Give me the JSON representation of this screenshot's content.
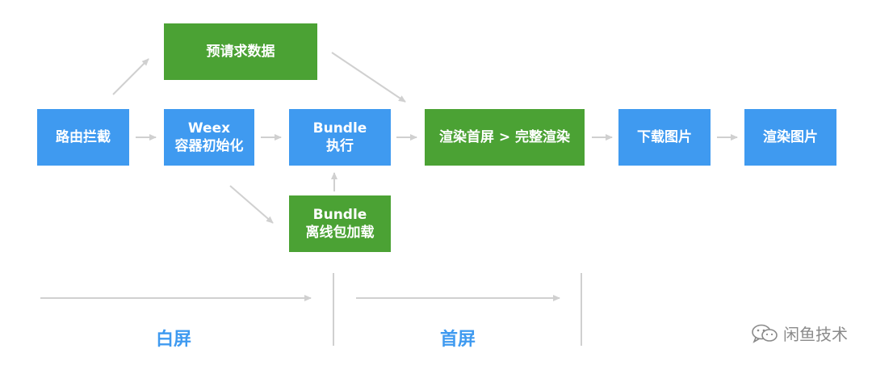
{
  "nodes": {
    "route": {
      "label": "路由拦截"
    },
    "prefetch": {
      "label": "预请求数据"
    },
    "weex_init": {
      "line1": "Weex",
      "line2": "容器初始化"
    },
    "bundle_exec": {
      "line1": "Bundle",
      "line2": "执行"
    },
    "bundle_offline": {
      "line1": "Bundle",
      "line2": "离线包加载"
    },
    "render": {
      "label": "渲染首屏 > 完整渲染"
    },
    "download": {
      "label": "下载图片"
    },
    "render_img": {
      "label": "渲染图片"
    }
  },
  "phases": {
    "white_screen": "白屏",
    "first_screen": "首屏"
  },
  "brand": {
    "name": "闲鱼技术",
    "icon": "wechat-icon"
  },
  "colors": {
    "blue": "#3f9af0",
    "green": "#4ba234",
    "arrow": "#d0d0d0"
  }
}
